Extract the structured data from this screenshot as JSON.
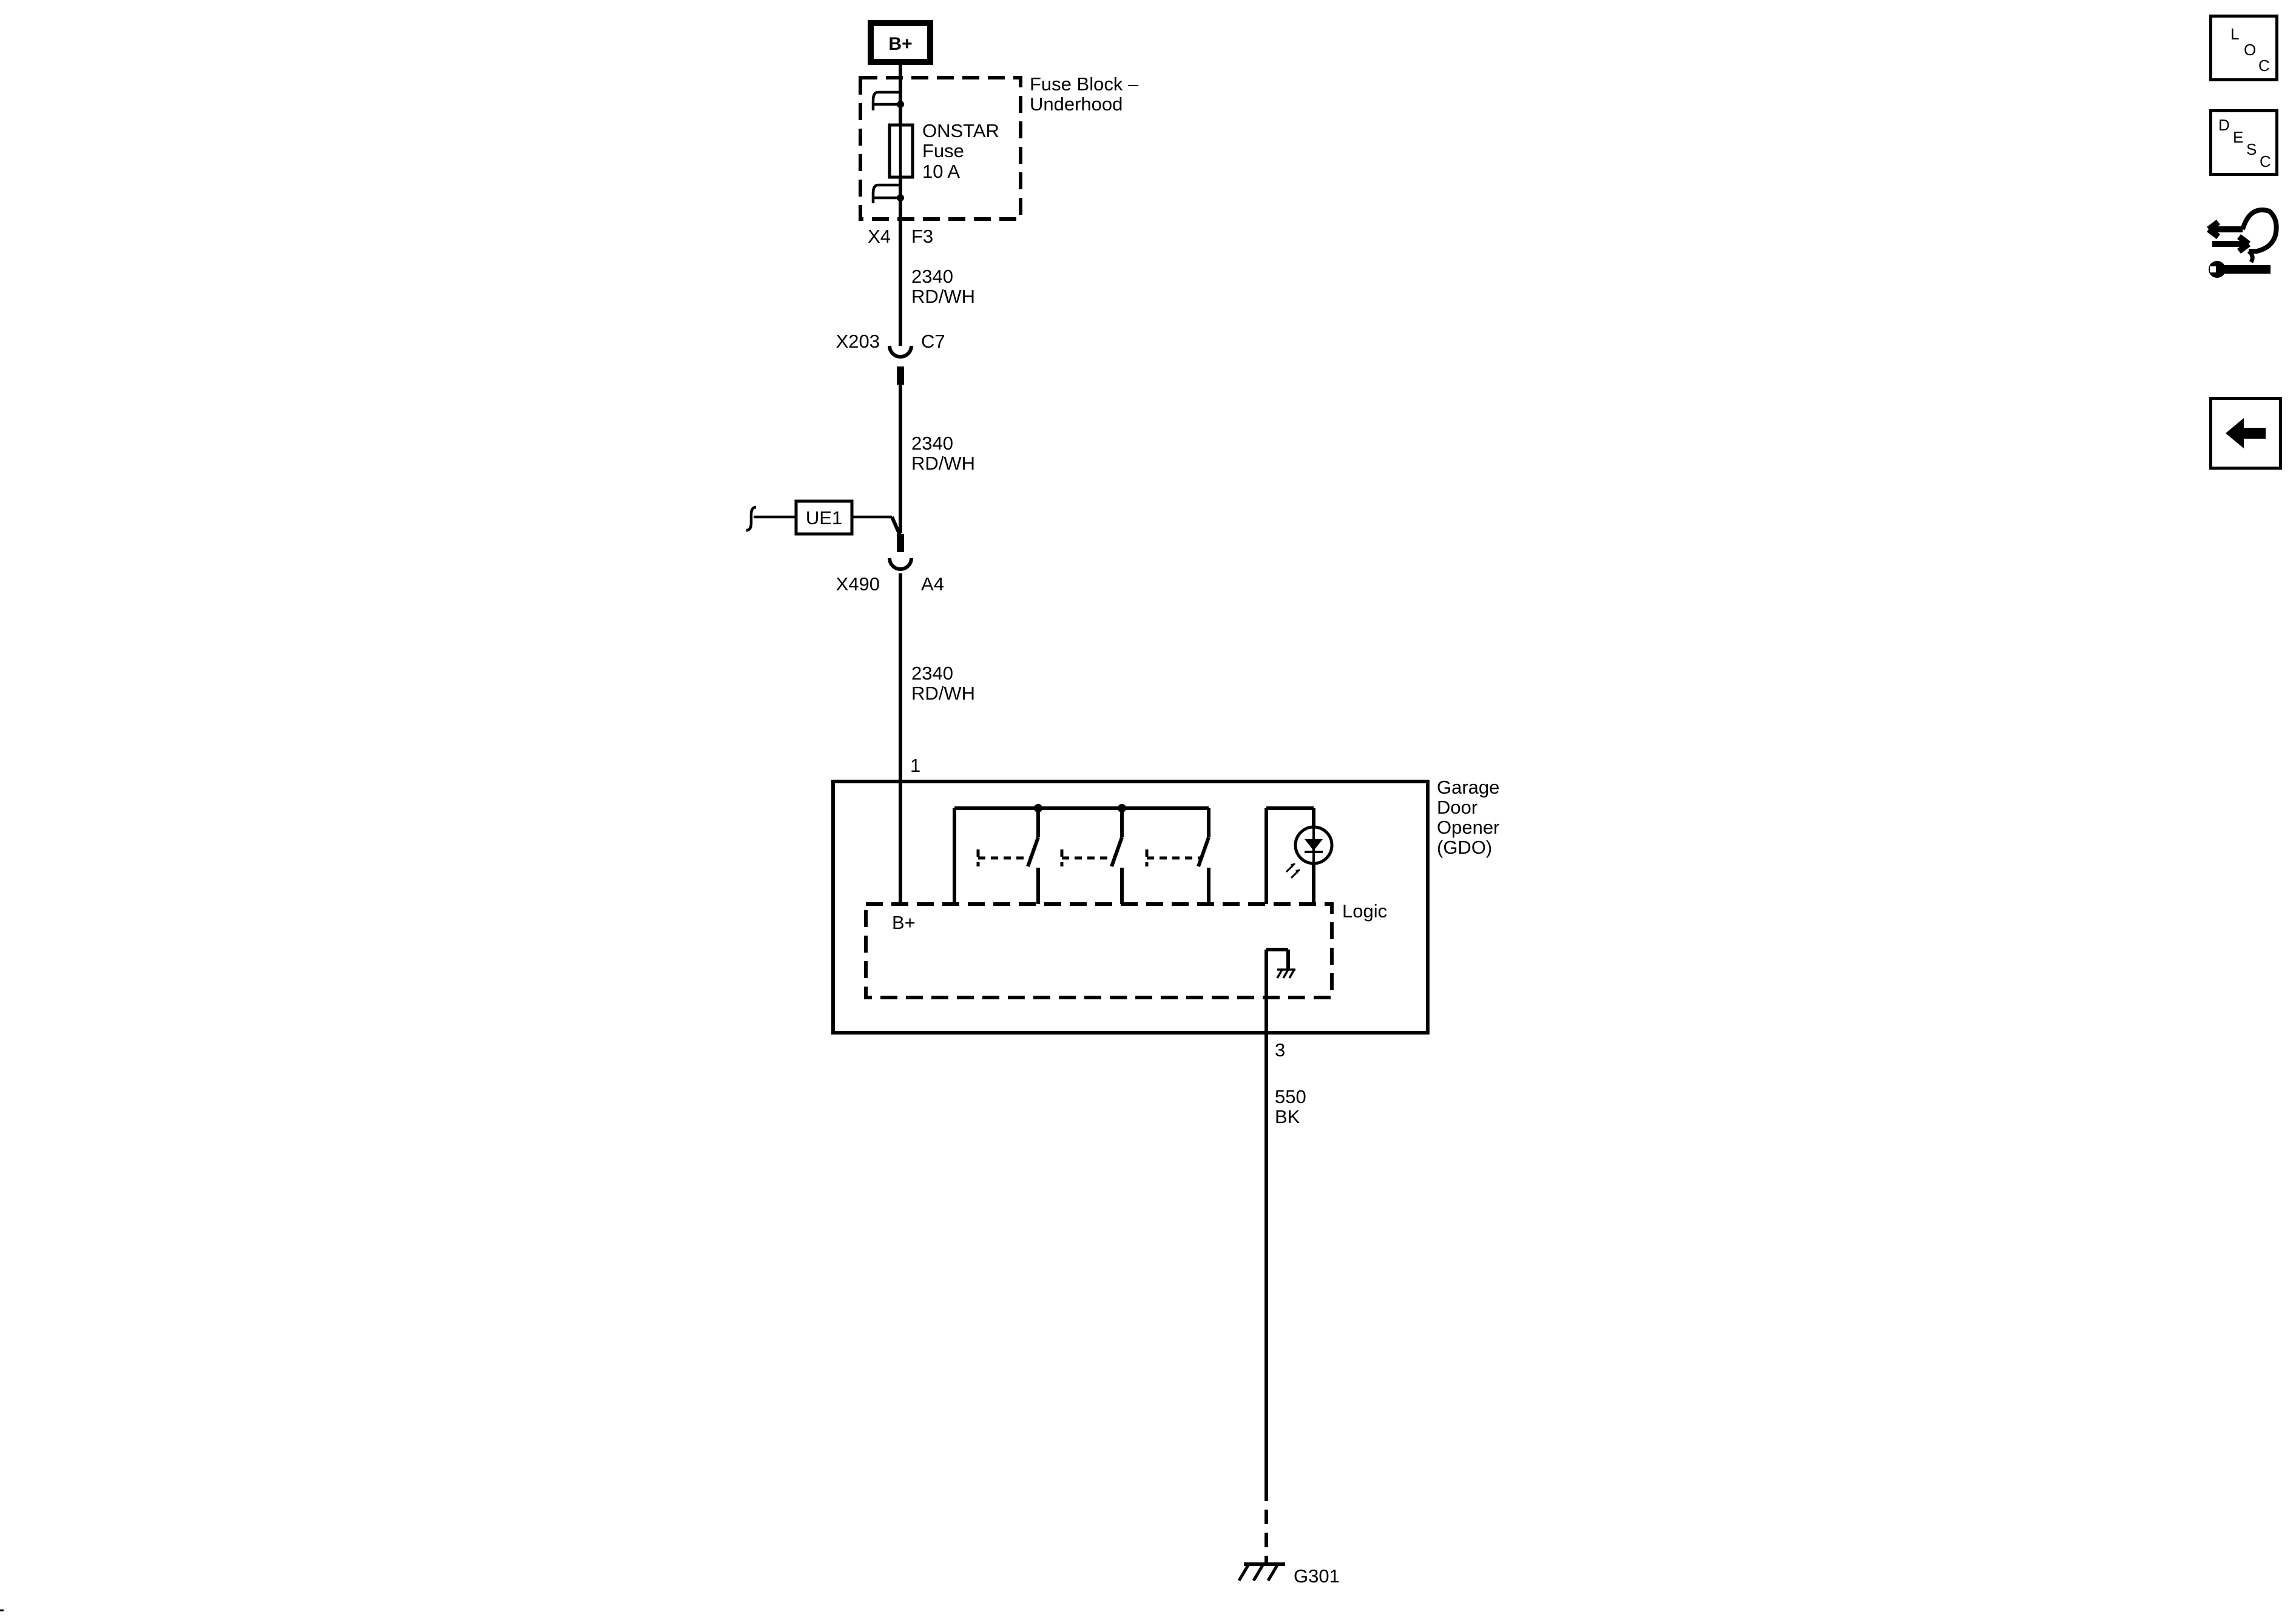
{
  "power": {
    "source": "B+"
  },
  "fuse_block": {
    "name": "Fuse Block –\nUnderhood",
    "fuse_name": "ONSTAR",
    "fuse_word": "Fuse",
    "fuse_rating": "10 A",
    "connector": "X4",
    "pin": "F3"
  },
  "wires": [
    {
      "id": "w1",
      "circuit": "2340",
      "color": "RD/WH"
    },
    {
      "id": "w2",
      "circuit": "2340",
      "color": "RD/WH"
    },
    {
      "id": "w3",
      "circuit": "2340",
      "color": "RD/WH"
    },
    {
      "id": "w4",
      "circuit": "550",
      "color": "BK"
    }
  ],
  "connectors": [
    {
      "name": "X203",
      "pin": "C7"
    },
    {
      "name": "X490",
      "pin": "A4"
    }
  ],
  "splice": {
    "label": "UE1"
  },
  "module": {
    "name": "Garage\nDoor\nOpener\n(GDO)",
    "power_pin": "1",
    "ground_pin": "3",
    "logic_label": "Logic",
    "bplus_label": "B+"
  },
  "ground": {
    "label": "G301"
  },
  "side_buttons": {
    "loc": {
      "letters": [
        "L",
        "O",
        "C"
      ]
    },
    "desc": {
      "letters": [
        "D",
        "E",
        "S",
        "C"
      ]
    }
  }
}
